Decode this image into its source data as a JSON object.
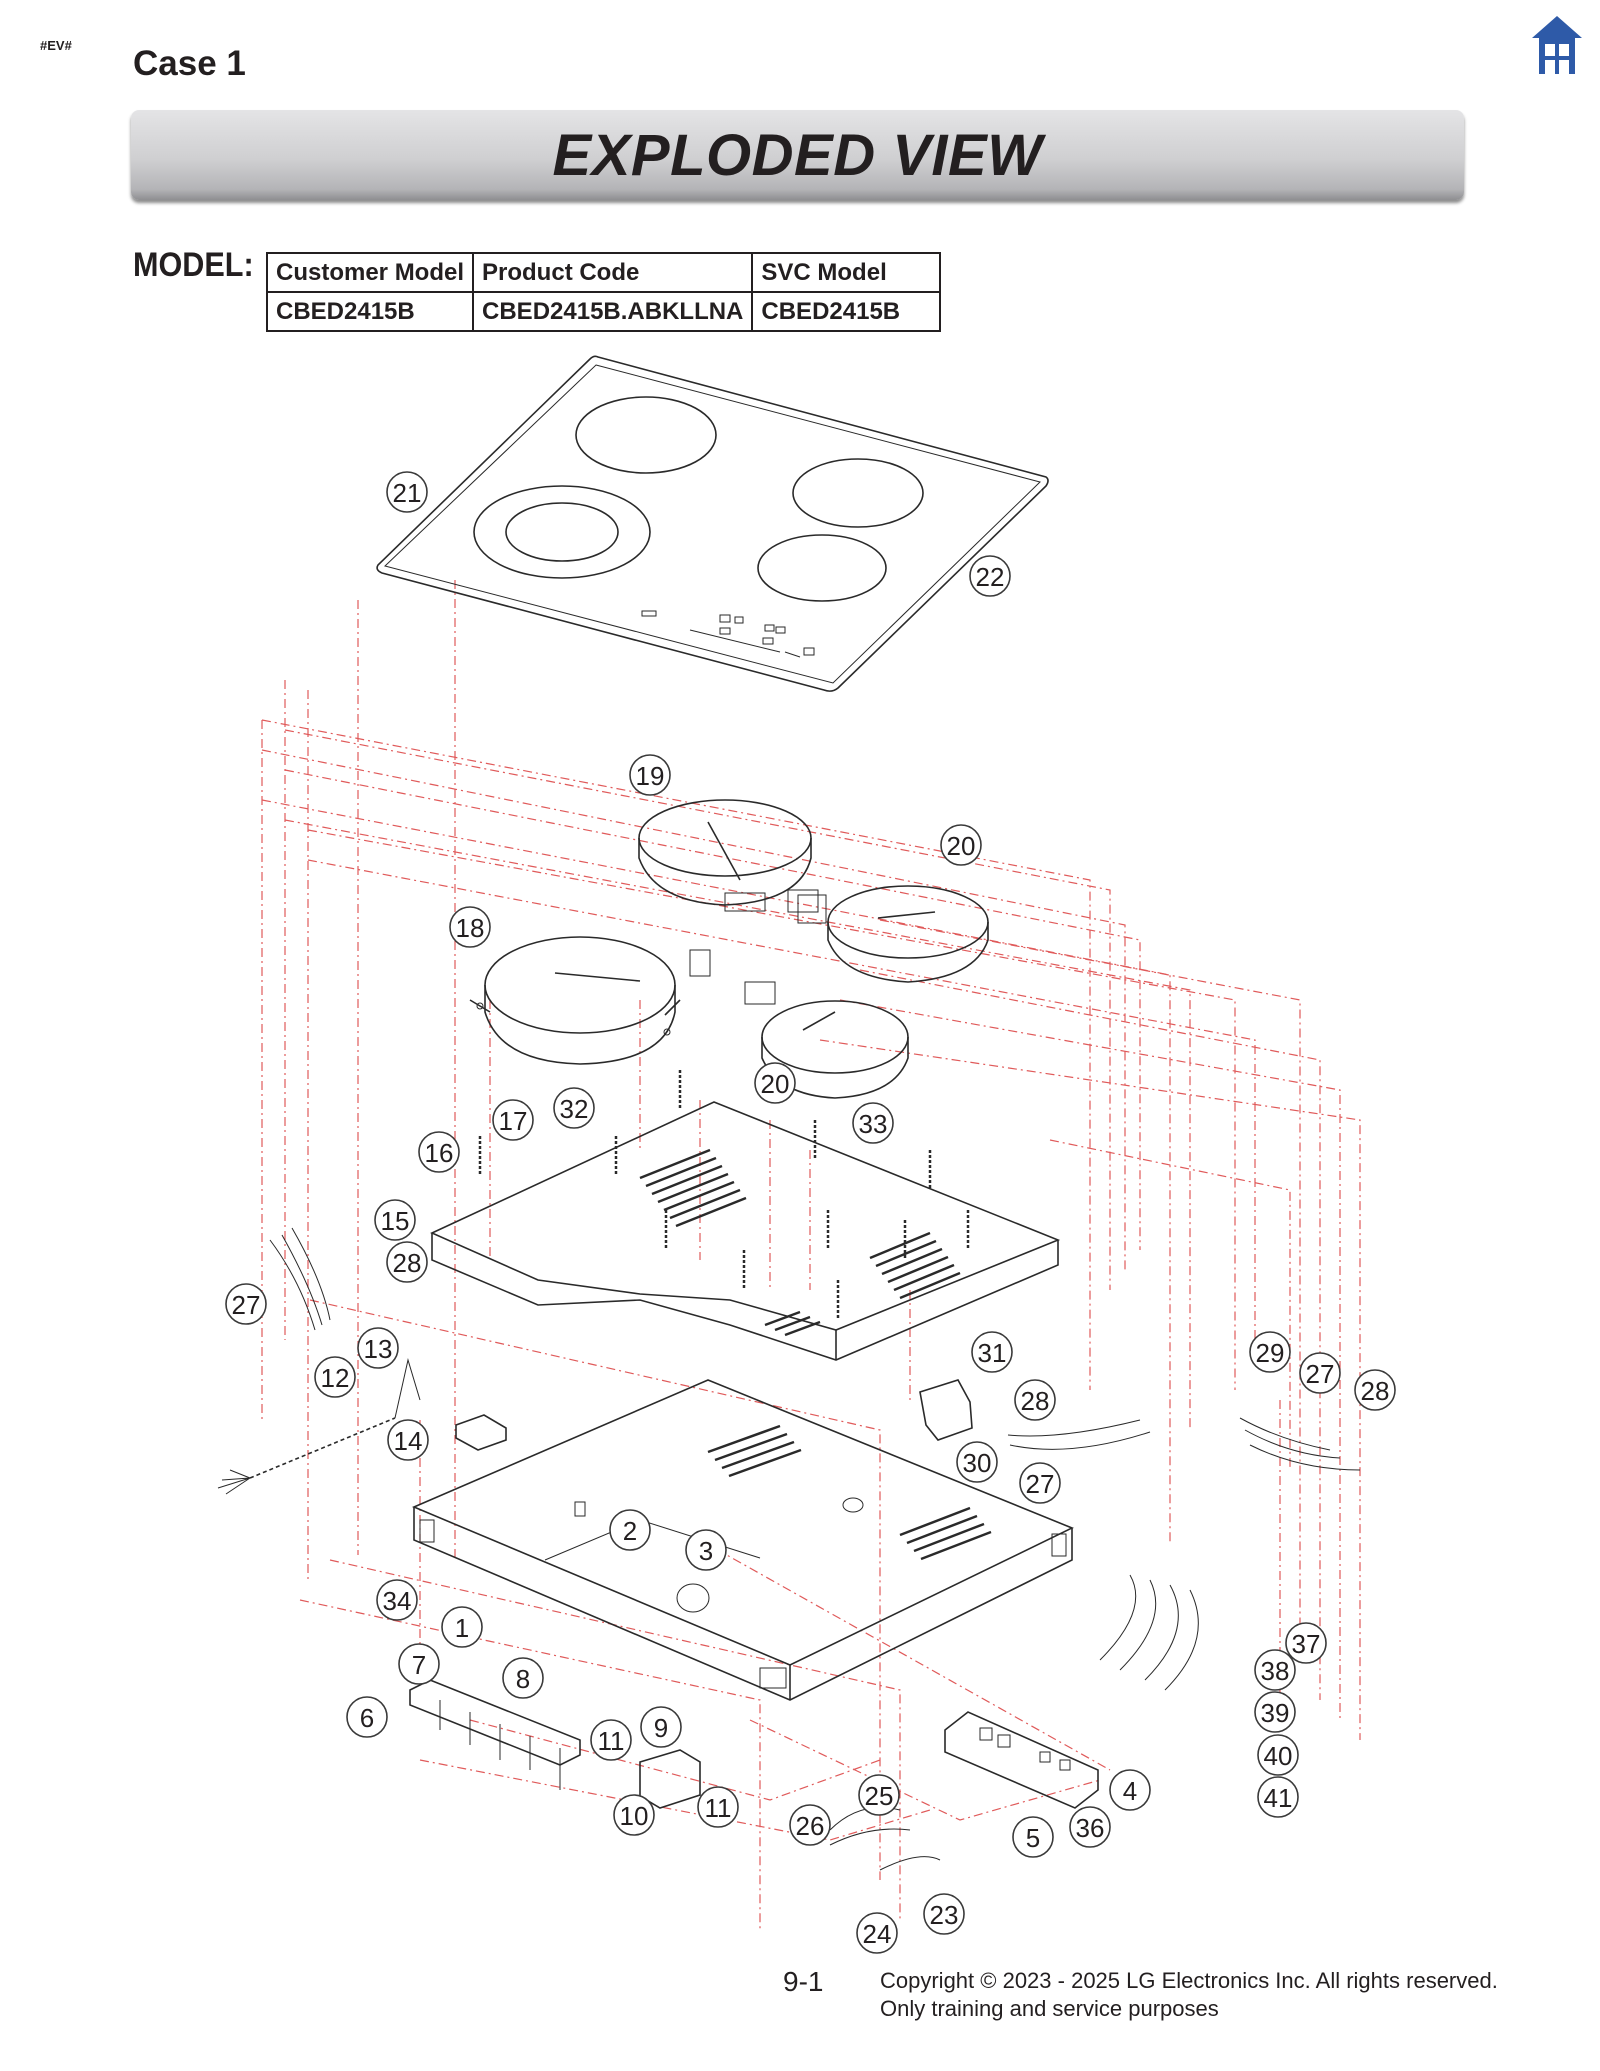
{
  "header": {
    "anchor": "#EV#",
    "case_title": "Case 1",
    "banner_title": "EXPLODED VIEW",
    "home_icon": "home-icon",
    "home_color": "#2e5aa8"
  },
  "model": {
    "label": "MODEL:",
    "headers": [
      "Customer Model",
      "Product Code",
      "SVC Model"
    ],
    "row": [
      "CBED2415B",
      "CBED2415B.ABKLLNA",
      "CBED2415B"
    ]
  },
  "callouts": {
    "c21": "21",
    "c22": "22",
    "c19": "19",
    "c20a": "20",
    "c18": "18",
    "c20b": "20",
    "c17": "17",
    "c32": "32",
    "c33": "33",
    "c16": "16",
    "c15": "15",
    "c28a": "28",
    "c27a": "27",
    "c13": "13",
    "c12": "12",
    "c14": "14",
    "c31": "31",
    "c28b": "28",
    "c30": "30",
    "c27b": "27",
    "c29": "29",
    "c27c": "27",
    "c28c": "28",
    "c2": "2",
    "c3": "3",
    "c34": "34",
    "c1": "1",
    "c7": "7",
    "c8": "8",
    "c6": "6",
    "c9": "9",
    "c11a": "11",
    "c10": "10",
    "c11b": "11",
    "c25": "25",
    "c26": "26",
    "c4": "4",
    "c5": "5",
    "c36": "36",
    "c37": "37",
    "c38": "38",
    "c39": "39",
    "c40": "40",
    "c41": "41",
    "c23": "23",
    "c24": "24"
  },
  "footer": {
    "page": "9-1",
    "copyright": "Copyright © 2023 - 2025 LG Electronics Inc. All rights reserved.",
    "notice": "Only training and service purposes"
  }
}
